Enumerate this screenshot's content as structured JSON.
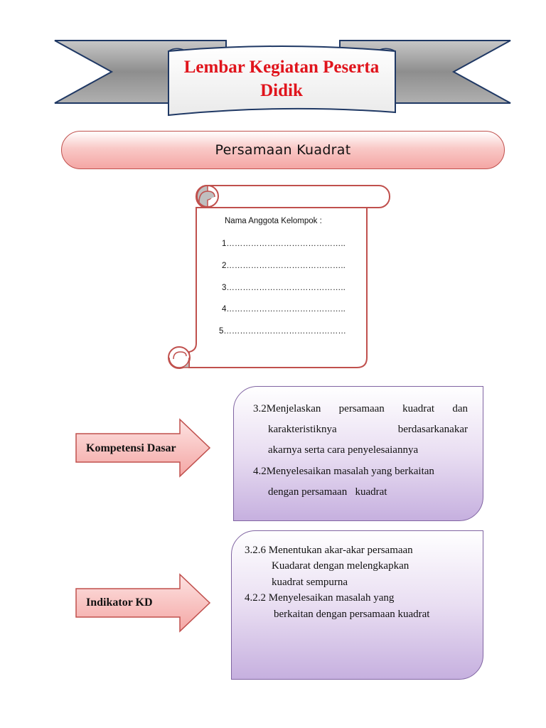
{
  "banner": {
    "title_line1": "Lembar Kegiatan Peserta",
    "title_line2": "Didik",
    "colors": {
      "ribbon": "#9a9a9a",
      "ribbon_border": "#1f3864",
      "title": "#e0141c"
    }
  },
  "topic": {
    "title": "Persamaan Kuadrat",
    "colors": {
      "fill": "#f4a6a4",
      "border": "#c0504d"
    }
  },
  "group_members": {
    "heading": "Nama Anggota Kelompok :",
    "items": [
      "1……………………………………..",
      "2……………………………………..",
      "3……………………………………..",
      "4……………………………………..",
      "5………………………………………"
    ]
  },
  "kompetensi_dasar": {
    "label": "Kompetensi Dasar",
    "lines": [
      "3.2Menjelaskan persamaan kuadrat dan",
      "karakteristiknya berdasarkanakar",
      "akarnya serta cara penyelesaiannya",
      "4.2Menyelesaikan masalah yang berkaitan",
      "dengan persamaan   kuadrat"
    ]
  },
  "indikator_kd": {
    "label": "Indikator KD",
    "lines": [
      "3.2.6 Menentukan akar-akar persamaan",
      "Kuadarat dengan melengkapkan",
      "kuadrat sempurna",
      "4.2.2 Menyelesaikan masalah yang",
      "berkaitan dengan persamaan kuadrat"
    ]
  },
  "colors": {
    "arrow_fill": "#f4a6a4",
    "arrow_border": "#c0504d",
    "box_border": "#8064a2",
    "box_fill": "#c6b0df"
  }
}
